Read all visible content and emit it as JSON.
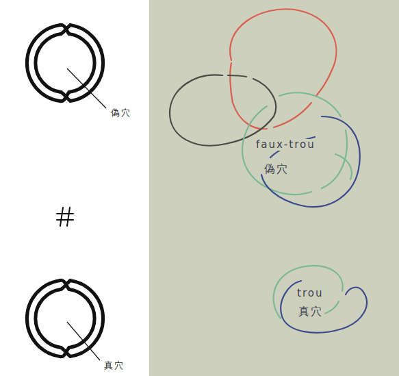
{
  "diagram": {
    "labels": [
      "偽穴",
      "faux-trou",
      "偽穴",
      "真穴",
      "trou",
      "真穴"
    ]
  }
}
